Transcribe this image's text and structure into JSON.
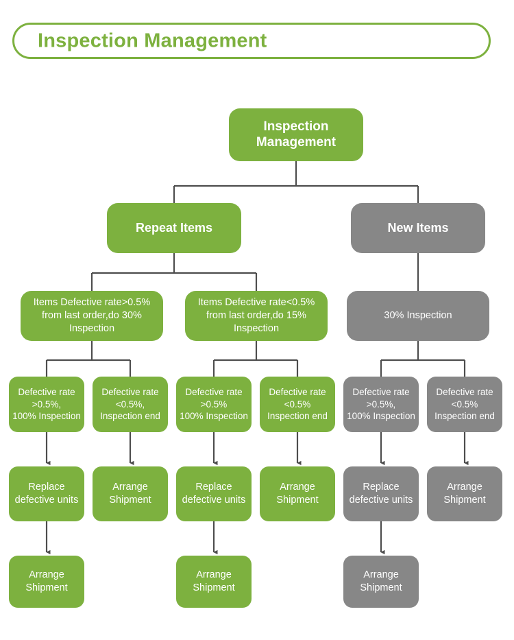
{
  "header": {
    "title": "Inspection Management",
    "border_color": "#7DB13F",
    "text_color": "#7DB13F"
  },
  "palette": {
    "green": "#7DB13F",
    "gray": "#878787",
    "connector": "#4D4D4D",
    "node_text": "#FFFFFF",
    "background": "#FFFFFF"
  },
  "chart_data": {
    "type": "diagram",
    "title": "Inspection Management",
    "orientation": "top-down tree",
    "levels": 6
  },
  "nodes": {
    "root": {
      "label": "Inspection\nManagement",
      "color": "green"
    },
    "l2": [
      {
        "label": "Repeat Items",
        "color": "green"
      },
      {
        "label": "New Items",
        "color": "gray"
      }
    ],
    "l3": [
      {
        "label": "Items Defective rate>0.5%\nfrom last order,do 30%\nInspection",
        "color": "green"
      },
      {
        "label": "Items Defective rate<0.5%\nfrom last order,do 15%\nInspection",
        "color": "green"
      },
      {
        "label": "30% Inspection",
        "color": "gray"
      }
    ],
    "l4": [
      {
        "label": "Defective rate\n>0.5%,\n100% Inspection",
        "color": "green"
      },
      {
        "label": "Defective rate\n<0.5%,\nInspection end",
        "color": "green"
      },
      {
        "label": "Defective rate\n>0.5%\n100% Inspection",
        "color": "green"
      },
      {
        "label": "Defective rate\n<0.5%\nInspection end",
        "color": "green"
      },
      {
        "label": "Defective rate\n>0.5%,\n100% Inspection",
        "color": "gray"
      },
      {
        "label": "Defective rate\n<0.5%\nInspection end",
        "color": "gray"
      }
    ],
    "l5": [
      {
        "label": "Replace\ndefective units",
        "color": "green"
      },
      {
        "label": "Arrange\nShipment",
        "color": "green"
      },
      {
        "label": "Replace\ndefective units",
        "color": "green"
      },
      {
        "label": "Arrange\nShipment",
        "color": "green"
      },
      {
        "label": "Replace\ndefective units",
        "color": "gray"
      },
      {
        "label": "Arrange\nShipment",
        "color": "gray"
      }
    ],
    "l6": [
      {
        "label": "Arrange\nShipment",
        "color": "green"
      },
      {
        "label": "Arrange\nShipment",
        "color": "green"
      },
      {
        "label": "Arrange\nShipment",
        "color": "gray"
      }
    ]
  }
}
